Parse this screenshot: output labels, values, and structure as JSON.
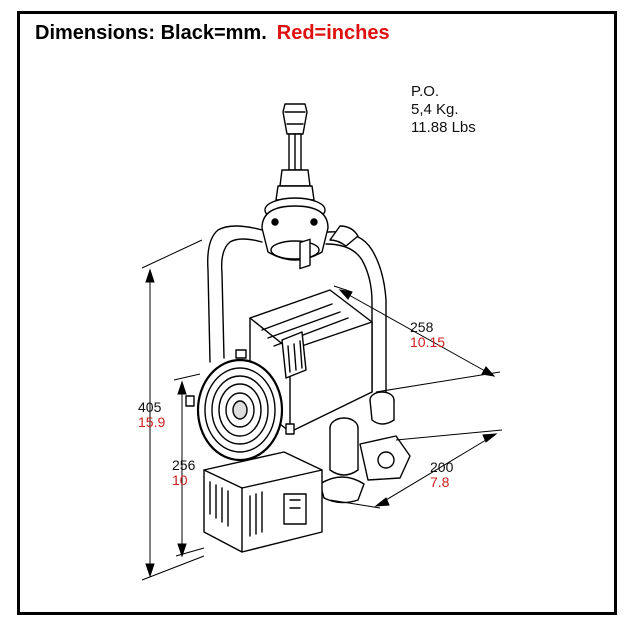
{
  "title": {
    "black_part": "Dimensions: Black=mm.",
    "red_part": "Red=inches"
  },
  "weight": {
    "label": "P.O.",
    "kg": "5,4 Kg.",
    "lbs": "11.88 Lbs"
  },
  "dimensions": {
    "height_total": {
      "mm": "405",
      "inches": "15.9"
    },
    "height_lower": {
      "mm": "256",
      "inches": "10"
    },
    "depth": {
      "mm": "258",
      "inches": "10.15"
    },
    "width": {
      "mm": "200",
      "inches": "7.8"
    }
  },
  "colors": {
    "black": "#000000",
    "red": "#e01010"
  }
}
